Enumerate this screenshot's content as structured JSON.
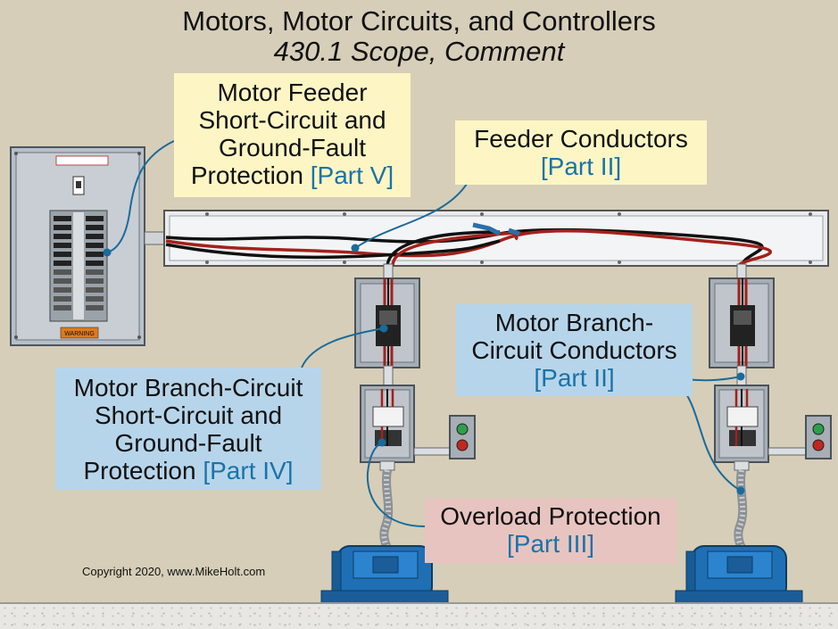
{
  "title": "Motors, Motor Circuits, and Controllers",
  "subtitle": "430.1 Scope, Comment",
  "callouts": {
    "feeder_protection": {
      "lines": [
        "Motor Feeder",
        "Short-Circuit and",
        "Ground-Fault",
        "Protection"
      ],
      "part": "[Part V]"
    },
    "feeder_conductors": {
      "lines": [
        "Feeder Conductors"
      ],
      "part": "[Part II]"
    },
    "branch_conductors": {
      "lines": [
        "Motor Branch-",
        "Circuit Conductors"
      ],
      "part": "[Part II]"
    },
    "branch_protection": {
      "lines": [
        "Motor Branch-Circuit",
        "Short-Circuit and",
        "Ground-Fault"
      ],
      "last": "Protection",
      "part": "[Part IV]"
    },
    "overload_protection": {
      "lines": [
        "Overload Protection"
      ],
      "part": "[Part III]"
    }
  },
  "copyright": "Copyright 2020, www.MikeHolt.com",
  "panel_label": "WARNING",
  "colors": {
    "background": "#d6ceb8",
    "note_yellow": "#fdf6c4",
    "note_blue": "#b7d5ea",
    "note_red": "#e8c4c0",
    "part_text": "#1a73a8",
    "leader": "#1a6a9a",
    "wire_red": "#a3211c",
    "wire_black": "#111111",
    "motor": "#1f6fb5"
  }
}
